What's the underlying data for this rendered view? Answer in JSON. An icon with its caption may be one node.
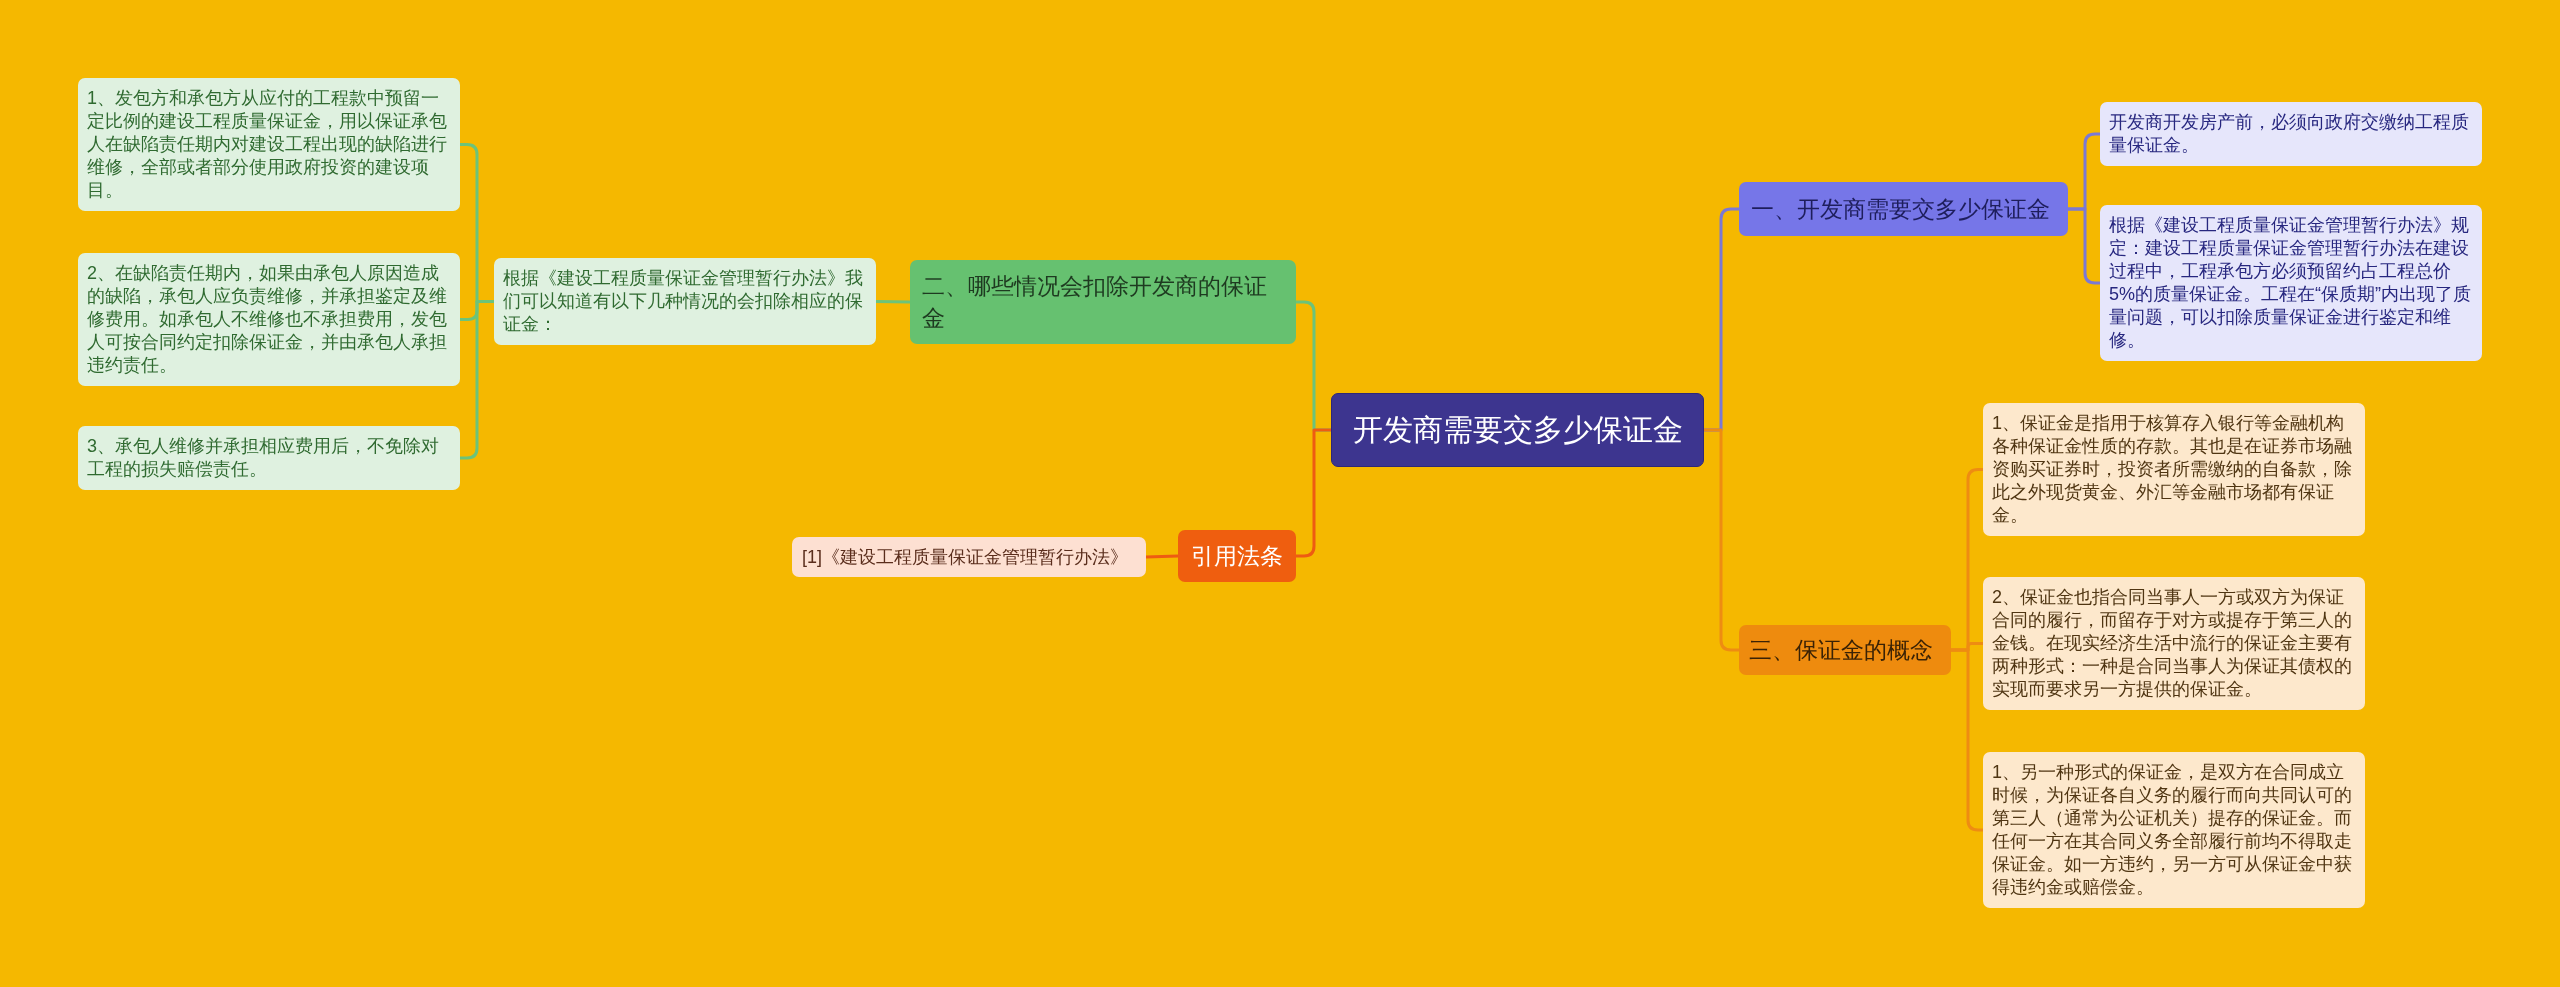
{
  "diagram": {
    "nodes": [
      {
        "text": [
          "开发商需要交多少保证金"
        ]
      },
      {
        "text": [
          "一、开发商需要交多少保证金"
        ]
      },
      {
        "text": [
          "开发商开发房产前，必须向政府交缴纳工程质量保证金。"
        ]
      },
      {
        "text": [
          "根据《建设工程质量保证金管理暂行办法》规定：建设工程质量保证金管理暂行办法在建设过程中，工程承包方必须预留约占工程总价5%的质量保证金。工程在“保质期”内出现了质量问题，可以扣除质量保证金进行鉴定和维修。"
        ]
      },
      {
        "text": [
          "二、哪些情况会扣除开发商的保证金"
        ]
      },
      {
        "text": [
          "根据《建设工程质量保证金管理暂行办法》我们可以知道有以下几种情况的会扣除相应的保证金："
        ]
      },
      {
        "text": [
          "1、发包方和承包方从应付的工程款中预留一定比例的建设工程质量保证金，用以保证承包人在缺陷责任期内对建设工程出现的缺陷进行维修，全部或者部分使用政府投资的建设项目。"
        ]
      },
      {
        "text": [
          "2、在缺陷责任期内，如果由承包人原因造成的缺陷，承包人应负责维修，并承担鉴定及维修费用。如承包人不维修也不承担费用，发包人可按合同约定扣除保证金，并由承包人承担违约责任。"
        ]
      },
      {
        "text": [
          "3、承包人维修并承担相应费用后，不免除对工程的损失赔偿责任。"
        ]
      },
      {
        "text": [
          "引用法条"
        ]
      },
      {
        "text": [
          "[1]《建设工程质量保证金管理暂行办法》"
        ]
      },
      {
        "text": [
          "三、保证金的概念"
        ]
      },
      {
        "text": [
          "1、保证金是指用于核算存入银行等金融机构各种保证金性质的存款。其也是在证券市场融资购买证券时，投资者所需缴纳的自备款，除此之外现货黄金、外汇等金融市场都有保证金。"
        ]
      },
      {
        "text": [
          "2、保证金也指合同当事人一方或双方为保证合同的履行，而留存于对方或提存于第三人的金钱。在现实经济生活中流行的保证金主要有两种形式：一种是合同当事人为保证其债权的实现而要求另一方提供的保证金。"
        ]
      },
      {
        "text": [
          "1、另一种形式的保证金，是双方在合同成立时候，为保证各自义务的履行而向共同认可的第三人（通常为公证机关）提存的保证金。而任何一方在其合同义务全部履行前均不得取走保证金。如一方违约，另一方可从保证金中获得违约金或赔偿金。"
        ]
      }
    ],
    "edges": [
      {
        "from": 0,
        "to": 1,
        "arrow": "none",
        "color": "#7b79d4"
      },
      {
        "from": 1,
        "to": 2,
        "arrow": "none",
        "color": "#7b79d4"
      },
      {
        "from": 1,
        "to": 3,
        "arrow": "none",
        "color": "#7b79d4"
      },
      {
        "from": 0,
        "to": 4,
        "arrow": "none",
        "color": "#6cc37a"
      },
      {
        "from": 4,
        "to": 5,
        "arrow": "none",
        "color": "#6cc37a"
      },
      {
        "from": 5,
        "to": 6,
        "arrow": "none",
        "color": "#6cc37a"
      },
      {
        "from": 5,
        "to": 7,
        "arrow": "none",
        "color": "#6cc37a"
      },
      {
        "from": 5,
        "to": 8,
        "arrow": "none",
        "color": "#6cc37a"
      },
      {
        "from": 0,
        "to": 9,
        "arrow": "none",
        "color": "#ee5b12"
      },
      {
        "from": 9,
        "to": 10,
        "arrow": "none",
        "color": "#ee5b12"
      },
      {
        "from": 0,
        "to": 11,
        "arrow": "none",
        "color": "#ee8c12"
      },
      {
        "from": 11,
        "to": 12,
        "arrow": "none",
        "color": "#ee8c12"
      },
      {
        "from": 11,
        "to": 13,
        "arrow": "none",
        "color": "#ee8c12"
      },
      {
        "from": 11,
        "to": 14,
        "arrow": "none",
        "color": "#ee8c12"
      }
    ]
  }
}
